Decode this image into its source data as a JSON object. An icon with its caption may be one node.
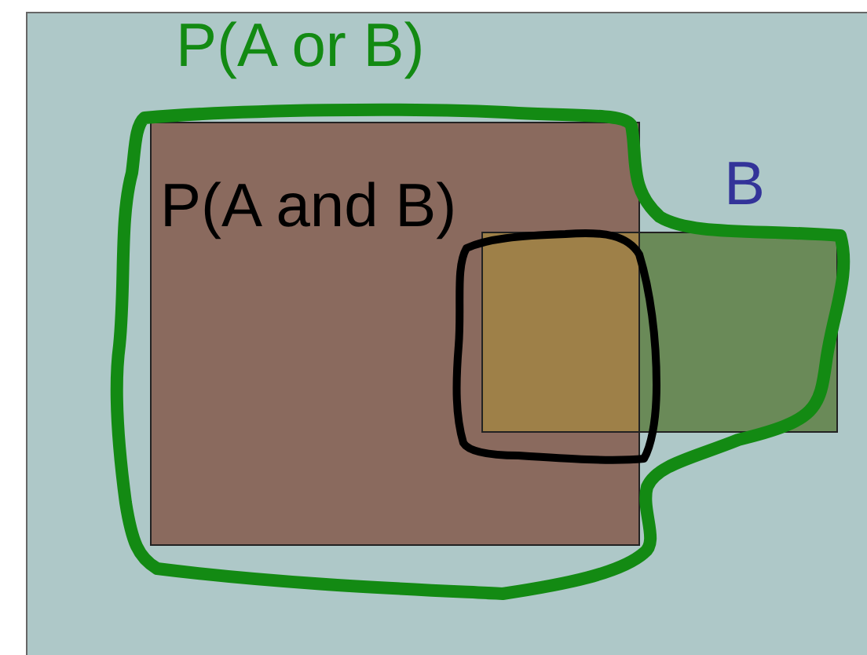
{
  "diagram": {
    "nodes": [
      {
        "text": [
          "P(A or B)"
        ]
      },
      {
        "text": [],
        "shape": "box",
        "in": 0
      },
      {
        "text": [
          "B"
        ],
        "in": 0
      },
      {
        "text": [],
        "shape": "outline",
        "in": 0,
        "beside": [
          "P(A and B)"
        ]
      }
    ]
  }
}
